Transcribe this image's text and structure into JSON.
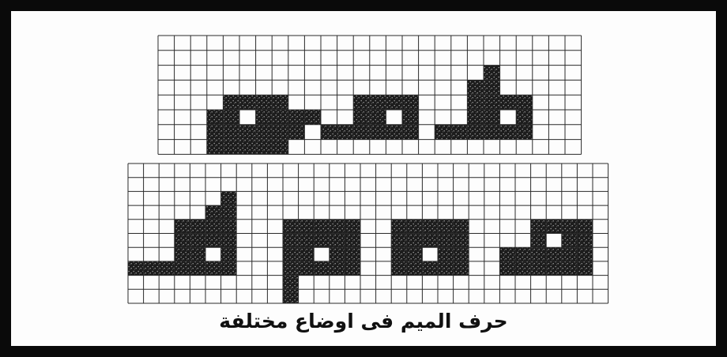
{
  "document": {
    "caption": "حرف الميم فى اوضاع مختلفة"
  },
  "grids": [
    {
      "name": "top-grid",
      "cols": 26,
      "rows": 8,
      "letter_forms": [
        {
          "name": "letter-meem-initial-top",
          "cells": [
            [
              4,
              4
            ],
            [
              5,
              4
            ],
            [
              6,
              4
            ],
            [
              7,
              4
            ],
            [
              3,
              5
            ],
            [
              4,
              5
            ],
            [
              6,
              5
            ],
            [
              7,
              5
            ],
            [
              8,
              5
            ],
            [
              9,
              5
            ],
            [
              3,
              6
            ],
            [
              4,
              6
            ],
            [
              5,
              6
            ],
            [
              6,
              6
            ],
            [
              7,
              6
            ],
            [
              8,
              6
            ],
            [
              3,
              7
            ],
            [
              4,
              7
            ],
            [
              5,
              7
            ],
            [
              6,
              7
            ],
            [
              7,
              7
            ]
          ]
        },
        {
          "name": "letter-meem-medial-top",
          "cells": [
            [
              12,
              4
            ],
            [
              13,
              4
            ],
            [
              14,
              4
            ],
            [
              15,
              4
            ],
            [
              12,
              5
            ],
            [
              13,
              5
            ],
            [
              15,
              5
            ],
            [
              10,
              6
            ],
            [
              11,
              6
            ],
            [
              12,
              6
            ],
            [
              13,
              6
            ],
            [
              14,
              6
            ],
            [
              15,
              6
            ]
          ]
        },
        {
          "name": "letter-meem-final-top",
          "cells": [
            [
              20,
              2
            ],
            [
              19,
              3
            ],
            [
              20,
              3
            ],
            [
              19,
              4
            ],
            [
              20,
              4
            ],
            [
              21,
              4
            ],
            [
              22,
              4
            ],
            [
              19,
              5
            ],
            [
              20,
              5
            ],
            [
              22,
              5
            ],
            [
              17,
              6
            ],
            [
              18,
              6
            ],
            [
              19,
              6
            ],
            [
              20,
              6
            ],
            [
              21,
              6
            ],
            [
              22,
              6
            ]
          ]
        }
      ]
    },
    {
      "name": "bottom-grid",
      "cols": 31,
      "rows": 10,
      "letter_forms": [
        {
          "name": "letter-meem-final-bottom",
          "cells": [
            [
              6,
              2
            ],
            [
              5,
              3
            ],
            [
              6,
              3
            ],
            [
              3,
              4
            ],
            [
              4,
              4
            ],
            [
              5,
              4
            ],
            [
              6,
              4
            ],
            [
              3,
              5
            ],
            [
              4,
              5
            ],
            [
              5,
              5
            ],
            [
              6,
              5
            ],
            [
              3,
              6
            ],
            [
              4,
              6
            ],
            [
              6,
              6
            ],
            [
              0,
              7
            ],
            [
              1,
              7
            ],
            [
              2,
              7
            ],
            [
              3,
              7
            ],
            [
              4,
              7
            ],
            [
              5,
              7
            ],
            [
              6,
              7
            ]
          ]
        },
        {
          "name": "letter-meem-medial-bottom",
          "cells": [
            [
              10,
              4
            ],
            [
              11,
              4
            ],
            [
              12,
              4
            ],
            [
              13,
              4
            ],
            [
              14,
              4
            ],
            [
              10,
              5
            ],
            [
              11,
              5
            ],
            [
              12,
              5
            ],
            [
              13,
              5
            ],
            [
              14,
              5
            ],
            [
              10,
              6
            ],
            [
              11,
              6
            ],
            [
              13,
              6
            ],
            [
              14,
              6
            ],
            [
              10,
              7
            ],
            [
              11,
              7
            ],
            [
              12,
              7
            ],
            [
              13,
              7
            ],
            [
              14,
              7
            ],
            [
              10,
              8
            ],
            [
              10,
              9
            ]
          ]
        },
        {
          "name": "letter-meem-isolated-bottom",
          "cells": [
            [
              17,
              4
            ],
            [
              18,
              4
            ],
            [
              19,
              4
            ],
            [
              20,
              4
            ],
            [
              21,
              4
            ],
            [
              17,
              5
            ],
            [
              18,
              5
            ],
            [
              19,
              5
            ],
            [
              20,
              5
            ],
            [
              21,
              5
            ],
            [
              17,
              6
            ],
            [
              18,
              6
            ],
            [
              20,
              6
            ],
            [
              21,
              6
            ],
            [
              17,
              7
            ],
            [
              18,
              7
            ],
            [
              19,
              7
            ],
            [
              20,
              7
            ],
            [
              21,
              7
            ]
          ]
        },
        {
          "name": "letter-meem-initial-bottom",
          "cells": [
            [
              26,
              4
            ],
            [
              27,
              4
            ],
            [
              28,
              4
            ],
            [
              29,
              4
            ],
            [
              26,
              5
            ],
            [
              28,
              5
            ],
            [
              29,
              5
            ],
            [
              24,
              6
            ],
            [
              25,
              6
            ],
            [
              26,
              6
            ],
            [
              27,
              6
            ],
            [
              28,
              6
            ],
            [
              29,
              6
            ],
            [
              24,
              7
            ],
            [
              25,
              7
            ],
            [
              26,
              7
            ],
            [
              27,
              7
            ],
            [
              28,
              7
            ],
            [
              29,
              7
            ]
          ]
        }
      ]
    }
  ]
}
